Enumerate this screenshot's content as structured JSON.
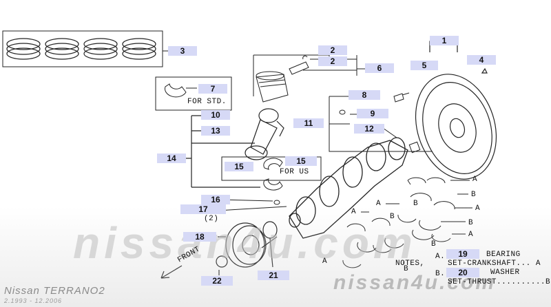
{
  "colors": {
    "callout_bg": "#d6d9f6",
    "line": "#222222",
    "watermark": "#bebebe"
  },
  "callouts": [
    "3",
    "7",
    "2",
    "2",
    "6",
    "1",
    "5",
    "4",
    "8",
    "9",
    "11",
    "12",
    "10",
    "13",
    "14",
    "15",
    "15",
    "16",
    "17",
    "18",
    "19",
    "20",
    "21",
    "22"
  ],
  "part_labels": {
    "for_std": "FOR STD.",
    "for_us": "FOR US",
    "qty_17": "(2)",
    "front": "FRONT"
  },
  "bearing_grade_labels": [
    "A",
    "B",
    "A",
    "B",
    "A",
    "B",
    "A",
    "B",
    "A",
    "B",
    "A",
    "B"
  ],
  "notes": {
    "label": "NOTES,",
    "a": "A.",
    "b": "B.",
    "bearing": "BEARING",
    "a_text": "SET-CRANKSHAFT... A",
    "washer": "WASHER",
    "b_text": "SET-THRUST..........B"
  },
  "watermark": {
    "main": "nissan4u.com",
    "small": "nissan4u.com"
  },
  "footer": {
    "model": "Nissan  TERRANO2",
    "years": "2.1993  -  12.2006"
  }
}
